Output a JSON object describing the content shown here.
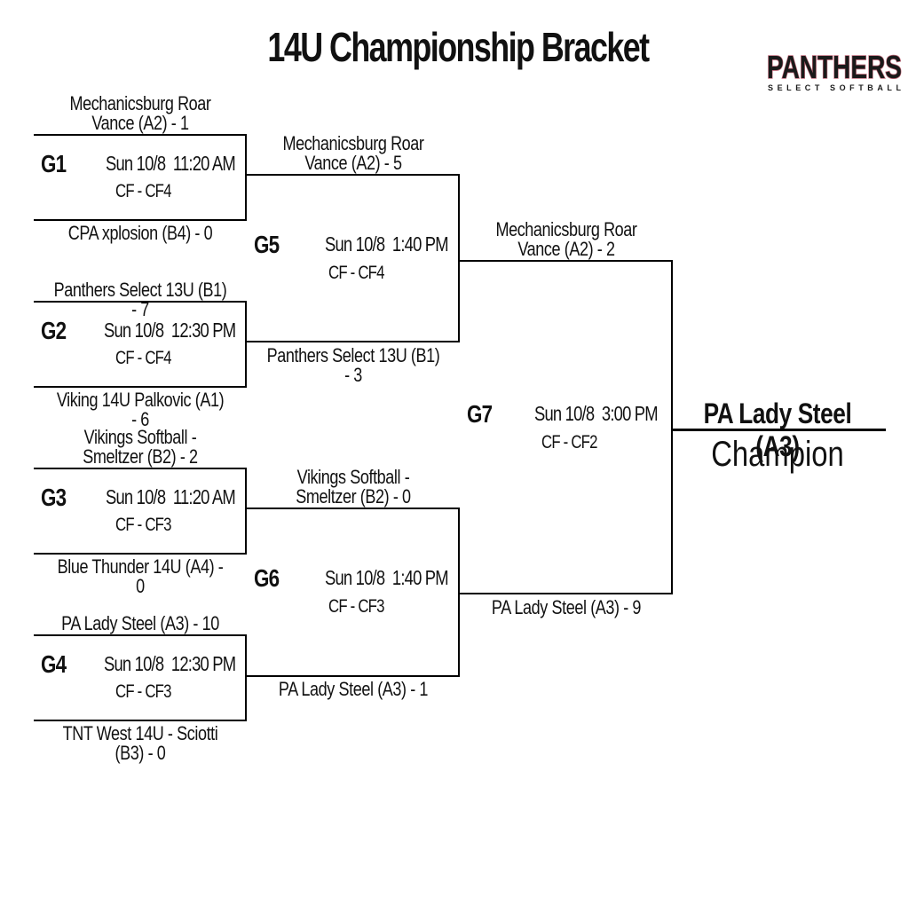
{
  "title": "14U Championship Bracket",
  "logo": {
    "main_text": "PANTHERS",
    "sub_text": "SELECT SOFTBALL",
    "accent_color": "#c06a7a"
  },
  "games": {
    "g1": {
      "id": "G1",
      "time": "Sun 10/8  11:20 AM",
      "field": "CF - CF4",
      "top": "Mechanicsburg Roar Vance (A2) - 1",
      "bottom": "CPA xplosion (B4) - 0"
    },
    "g2": {
      "id": "G2",
      "time": "Sun 10/8  12:30 PM",
      "field": "CF - CF4",
      "top": "Panthers Select 13U (B1) - 7",
      "bottom": "Viking 14U Palkovic (A1) - 6"
    },
    "g3": {
      "id": "G3",
      "time": "Sun 10/8  11:20 AM",
      "field": "CF - CF3",
      "top": "Vikings Softball - Smeltzer (B2) - 2",
      "bottom": "Blue Thunder 14U (A4) - 0"
    },
    "g4": {
      "id": "G4",
      "time": "Sun 10/8  12:30 PM",
      "field": "CF - CF3",
      "top": "PA Lady Steel (A3) - 10",
      "bottom": "TNT West 14U - Sciotti (B3) - 0"
    },
    "g5": {
      "id": "G5",
      "time": "Sun 10/8  1:40 PM",
      "field": "CF - CF4",
      "top": "Mechanicsburg Roar Vance (A2) - 5",
      "bottom": "Panthers Select 13U (B1) - 3"
    },
    "g6": {
      "id": "G6",
      "time": "Sun 10/8  1:40 PM",
      "field": "CF - CF3",
      "top": "Vikings Softball - Smeltzer (B2) - 0",
      "bottom": "PA Lady Steel (A3) - 1"
    },
    "g7": {
      "id": "G7",
      "time": "Sun 10/8  3:00 PM",
      "field": "CF - CF2",
      "top": "Mechanicsburg Roar Vance (A2) - 2",
      "bottom": "PA Lady Steel (A3) - 9"
    }
  },
  "champion": {
    "name": "PA Lady Steel (A3)",
    "label": "Champion"
  }
}
